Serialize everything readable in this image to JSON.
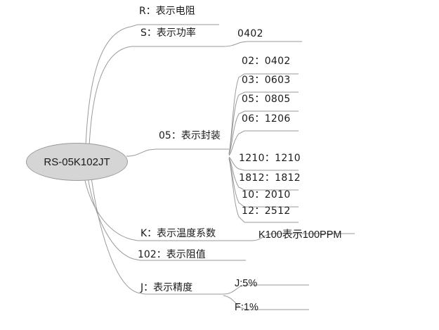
{
  "diagram": {
    "type": "mind-map",
    "title_node": "RS-05K102JT",
    "branches": [
      {
        "id": "r",
        "label": "R：表示电阻"
      },
      {
        "id": "s",
        "label": "S：表示功率",
        "children": [
          {
            "label": "0402"
          }
        ]
      },
      {
        "id": "pkg",
        "label": "05：表示封装",
        "children": [
          {
            "label": "02：0402"
          },
          {
            "label": "03：0603"
          },
          {
            "label": "05：0805"
          },
          {
            "label": "06：1206"
          },
          {
            "label": "1210：1210"
          },
          {
            "label": "1812：1812"
          },
          {
            "label": "10：2010"
          },
          {
            "label": "12：2512"
          }
        ]
      },
      {
        "id": "k",
        "label": "K：表示温度系数",
        "children": [
          {
            "label": "K100表示100PPM"
          }
        ]
      },
      {
        "id": "res",
        "label": "102：表示阻值"
      },
      {
        "id": "j",
        "label": "J：表示精度",
        "children": [
          {
            "label": "J:5%"
          },
          {
            "label": "F:1%"
          }
        ]
      }
    ]
  },
  "colors": {
    "node_fill": "#d5d5d5",
    "node_border": "#9b9b9b",
    "link": "#8c8c8c",
    "text": "#1a1a1a",
    "background": "#ffffff"
  }
}
